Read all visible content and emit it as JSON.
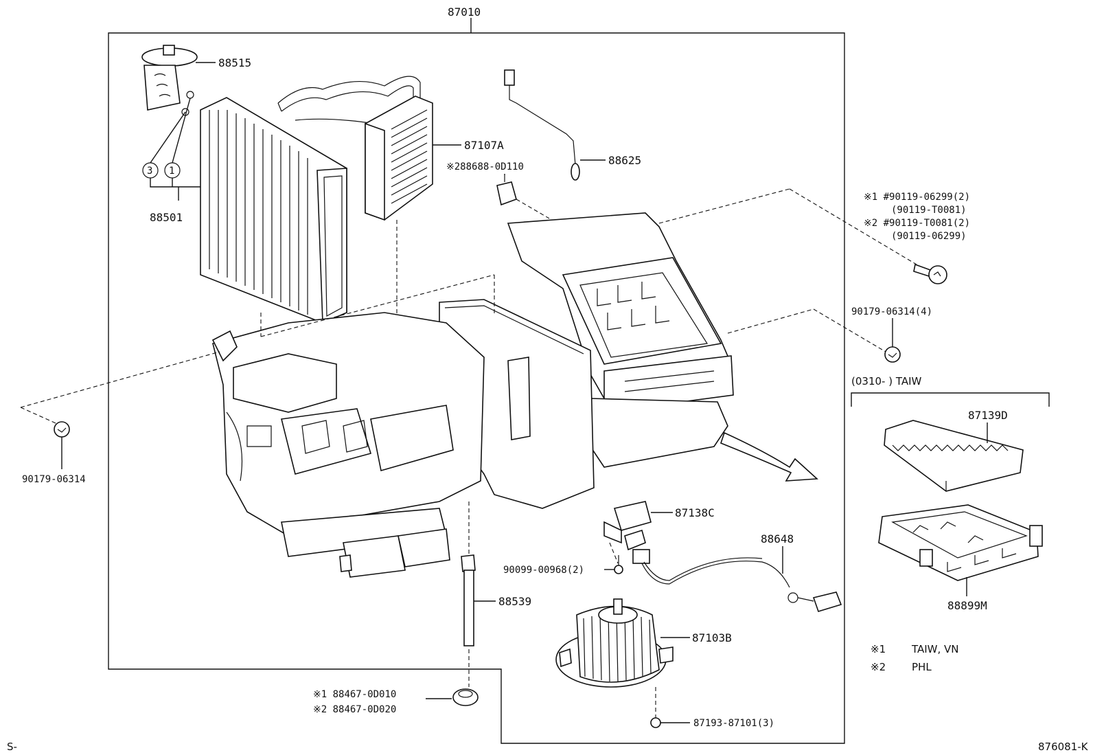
{
  "labels": {
    "main_assembly": "87010",
    "expansion_valve": "88515",
    "heater_core": "87107A",
    "note2_part_88688": "※288688-0D110",
    "sensor": "88625",
    "evaporator": "88501",
    "circle_3": "3",
    "circle_1": "1",
    "screw_note1": "※1 #90119-06299(2)",
    "screw_note1_alt": "(90119-T0081)",
    "screw_note2": "※2 #90119-T0081(2)",
    "screw_note2_alt": "(90119-06299)",
    "nut_right": "90179-06314(4)",
    "nut_left": "90179-06314",
    "filter_group_range": "(0310-    ) TAIW",
    "filter": "87139D",
    "filter_case": "88899M",
    "resistor": "87138C",
    "wire_harness": "88648",
    "resistor_screw": "90099-00968(2)",
    "drain_hose": "88539",
    "blower_motor": "87103B",
    "grommet_note1": "※1 88467-0D010",
    "grommet_note2": "※2 88467-0D020",
    "blower_screw": "87193-87101(3)"
  },
  "legend": {
    "note1_mark": "※1",
    "note1_text": "TAIW, VN",
    "note2_mark": "※2",
    "note2_text": "PHL"
  },
  "corners": {
    "bottom_left": "S-",
    "bottom_right": "876081-K"
  }
}
